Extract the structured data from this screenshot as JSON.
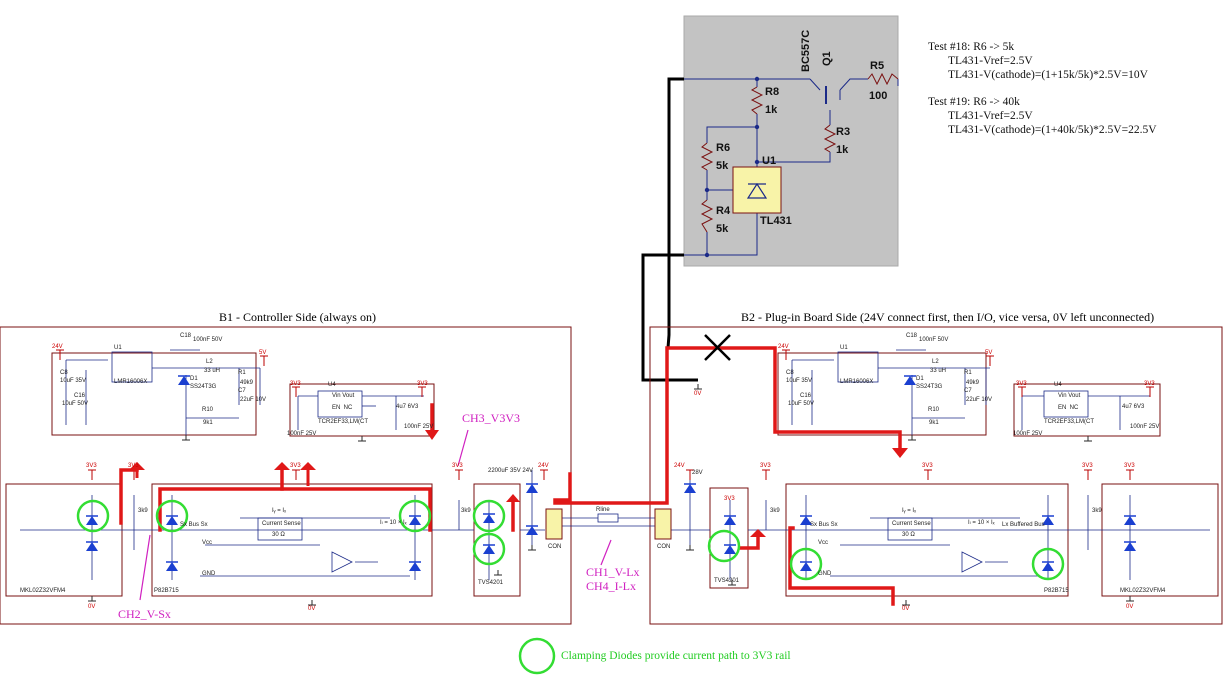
{
  "inset": {
    "transistor_name": "BC557C",
    "transistor_ref": "Q1",
    "r5_ref": "R5",
    "r5_val": "100",
    "r8_ref": "R8",
    "r8_val": "1k",
    "r3_ref": "R3",
    "r3_val": "1k",
    "r6_ref": "R6",
    "r6_val": "5k",
    "r4_ref": "R4",
    "r4_val": "5k",
    "u1_ref": "U1",
    "u1_name": "TL431"
  },
  "notes": {
    "test18_title": "Test #18: R6 -> 5k",
    "test18_line1": "TL431-Vref=2.5V",
    "test18_line2": "TL431-V(cathode)=(1+15k/5k)*2.5V=10V",
    "test19_title": "Test #19: R6 -> 40k",
    "test19_line1": "TL431-Vref=2.5V",
    "test19_line2": "TL431-V(cathode)=(1+40k/5k)*2.5V=22.5V"
  },
  "boards": {
    "b1_title": "B1 - Controller Side (always on)",
    "b2_title": "B2 - Plug-in Board Side (24V connect first, then I/O, vice versa, 0V left unconnected)"
  },
  "probes": {
    "ch3": "CH3_V3V3",
    "ch2": "CH2_V-Sx",
    "ch1": "CH1_V-Lx",
    "ch4": "CH4_I-Lx"
  },
  "legend": {
    "text": "Clamping Diodes provide current path to 3V3 rail"
  },
  "schematic": {
    "u1": "U1",
    "lmr": "LMR16006X",
    "c18": "C18",
    "c18_val": "100nF 50V",
    "l2": "L2",
    "l2_val": "33 uH",
    "d1": "D1",
    "d1_name": "SS24T3G",
    "r1": "R1",
    "r1_val": "49k9",
    "c7": "C7",
    "c7_val": "22uF 10V",
    "c8": "C8",
    "c8_val": "10uF 35V",
    "c16": "C16",
    "c16_val": "10uF 50V",
    "r10": "R10",
    "r10_val": "9k1",
    "u4": "U4",
    "tcr": "TCR2EF33,LM(CT",
    "vin_vout": "Vin Vout",
    "en_nc": "EN  NC",
    "c4": "4u7 6V3",
    "c_100n": "100nF 25V",
    "v24": "24V",
    "v5": "5V",
    "v3v3": "3V3",
    "v0": "0V",
    "r_3k9": "3k9",
    "mcu": "MKL02Z32VFM4",
    "buf": "P82B715",
    "tvs": "TVS4201",
    "con": "CON",
    "rline": "Rline",
    "cap2200": "2200uF 35V 24V",
    "v28": "28V",
    "sense": "Current Sense",
    "sense_val": "30 Ω",
    "iy": "Iᵧ = Iₓ",
    "ly": "Iₗ = 10 × Iₓ",
    "sx": "Sx Bus Sx",
    "lx": "Lx Buffered Bus",
    "gnd": "GND",
    "vcc": "Vcc"
  }
}
